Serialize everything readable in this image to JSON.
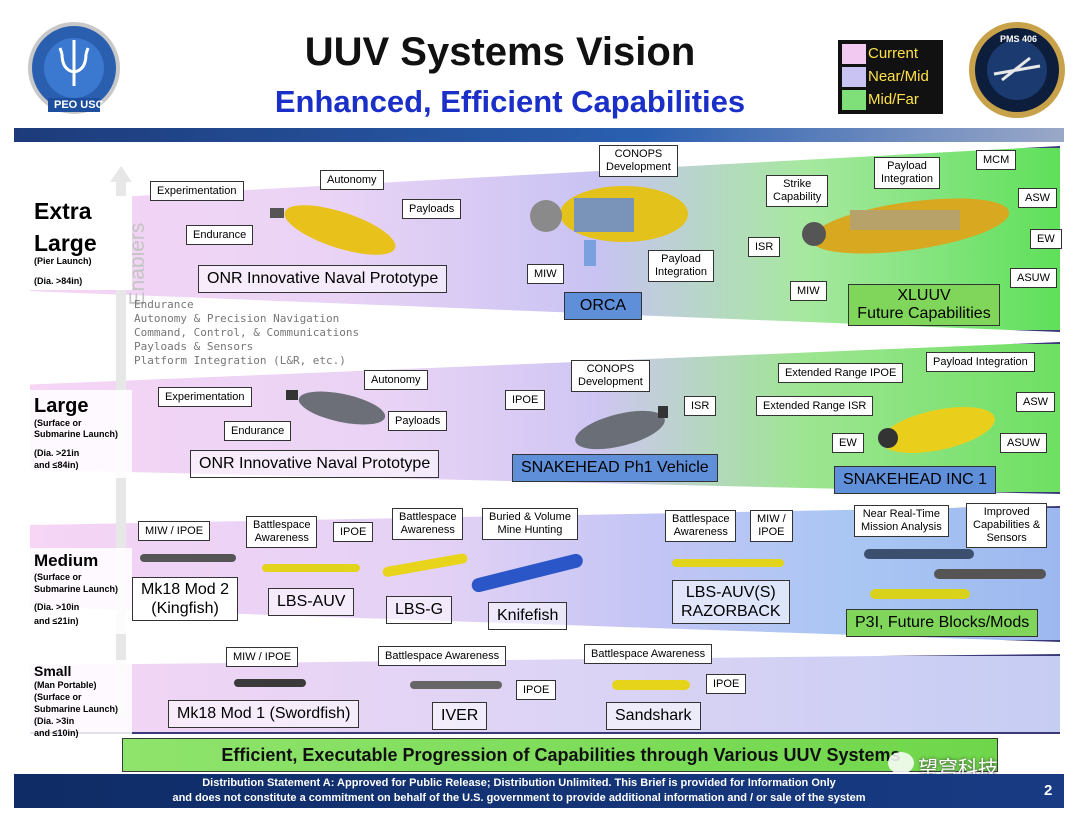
{
  "header": {
    "title": "UUV Systems Vision",
    "subtitle": "Enhanced, Efficient Capabilities",
    "left_logo_text": "PEO USC",
    "right_logo_text": "PMS 406",
    "legend": [
      {
        "label": "Current",
        "color": "#f1c9f1"
      },
      {
        "label": "Near/Mid",
        "color": "#c9c3f3"
      },
      {
        "label": "Mid/Far",
        "color": "#7fe07a"
      }
    ]
  },
  "key_enablers": {
    "title": "Key Enablers",
    "items": [
      "Endurance",
      "Autonomy & Precision Navigation",
      "Command, Control, & Communications",
      "Payloads & Sensors",
      "Platform Integration (L&R, etc.)"
    ]
  },
  "categories": {
    "xl": {
      "title1": "Extra",
      "title2": "Large",
      "launch": "(Pier Launch)",
      "dia": "(Dia. >84in)"
    },
    "large": {
      "title": "Large",
      "launch1": "(Surface or",
      "launch2": "Submarine Launch)",
      "dia1": "(Dia. >21in",
      "dia2": "and ≤84in)"
    },
    "medium": {
      "title": "Medium",
      "launch1": "(Surface or",
      "launch2": "Submarine Launch)",
      "dia1": "(Dia. >10in",
      "dia2": "and ≤21in)"
    },
    "small": {
      "title": "Small",
      "launch1": "(Man Portable)",
      "launch2": "(Surface or",
      "launch3": "Submarine Launch)",
      "dia1": "(Dia. >3in",
      "dia2": "and ≤10in)"
    }
  },
  "xl_row": {
    "experimentation": "Experimentation",
    "autonomy": "Autonomy",
    "payloads": "Payloads",
    "endurance": "Endurance",
    "onr": "ONR Innovative Naval Prototype",
    "conops1": "CONOPS",
    "conops2": "Development",
    "miw": "MIW",
    "payload_integration1": "Payload",
    "payload_integration2": "Integration",
    "orca": "ORCA",
    "strike1": "Strike",
    "strike2": "Capability",
    "pi1": "Payload",
    "pi2": "Integration",
    "mcm": "MCM",
    "asw": "ASW",
    "isr": "ISR",
    "ew": "EW",
    "miw2": "MIW",
    "asuw": "ASUW",
    "xluuv1": "XLUUV",
    "xluuv2": "Future Capabilities"
  },
  "large_row": {
    "experimentation": "Experimentation",
    "autonomy": "Autonomy",
    "payloads": "Payloads",
    "endurance": "Endurance",
    "onr": "ONR Innovative Naval Prototype",
    "ipoe": "IPOE",
    "conops1": "CONOPS",
    "conops2": "Development",
    "isr": "ISR",
    "snakehead1": "SNAKEHEAD Ph1 Vehicle",
    "ext_ipoe": "Extended Range IPOE",
    "payload_integration": "Payload Integration",
    "ext_isr": "Extended Range ISR",
    "asw": "ASW",
    "ew": "EW",
    "asuw": "ASUW",
    "snakehead_inc": "SNAKEHEAD  INC 1"
  },
  "medium_row": {
    "miw_ipoe": "MIW / IPOE",
    "bsa1a": "Battlespace",
    "bsa1b": "Awareness",
    "ipoe": "IPOE",
    "bsa2a": "Battlespace",
    "bsa2b": "Awareness",
    "buried1": "Buried & Volume",
    "buried2": "Mine Hunting",
    "bsa3a": "Battlespace",
    "bsa3b": "Awareness",
    "miw_ipoe2a": "MIW /",
    "miw_ipoe2b": "IPOE",
    "nrt1": "Near Real-Time",
    "nrt2": "Mission Analysis",
    "improved1": "Improved",
    "improved2": "Capabilities &",
    "improved3": "Sensors",
    "mk18_1": "Mk18 Mod 2",
    "mk18_2": "(Kingfish)",
    "lbsauv": "LBS-AUV",
    "lbsg": "LBS-G",
    "knifefish": "Knifefish",
    "razor1": "LBS-AUV(S)",
    "razor2": "RAZORBACK",
    "p3i": "P3I, Future Blocks/Mods"
  },
  "small_row": {
    "miw_ipoe": "MIW / IPOE",
    "bsa1": "Battlespace Awareness",
    "bsa2": "Battlespace Awareness",
    "ipoe1": "IPOE",
    "ipoe2": "IPOE",
    "mk18": "Mk18 Mod 1 (Swordfish)",
    "iver": "IVER",
    "sandshark": "Sandshark"
  },
  "banner": "Efficient, Executable Progression of Capabilities through Various UUV Systems",
  "watermark": "望穹科技",
  "footer": {
    "line1": "Distribution Statement A:  Approved for Public Release; Distribution Unlimited. This Brief is provided for Information Only",
    "line2": "and does not constitute a commitment on behalf of the U.S. government to provide additional information and / or sale of the system",
    "page": "2"
  }
}
